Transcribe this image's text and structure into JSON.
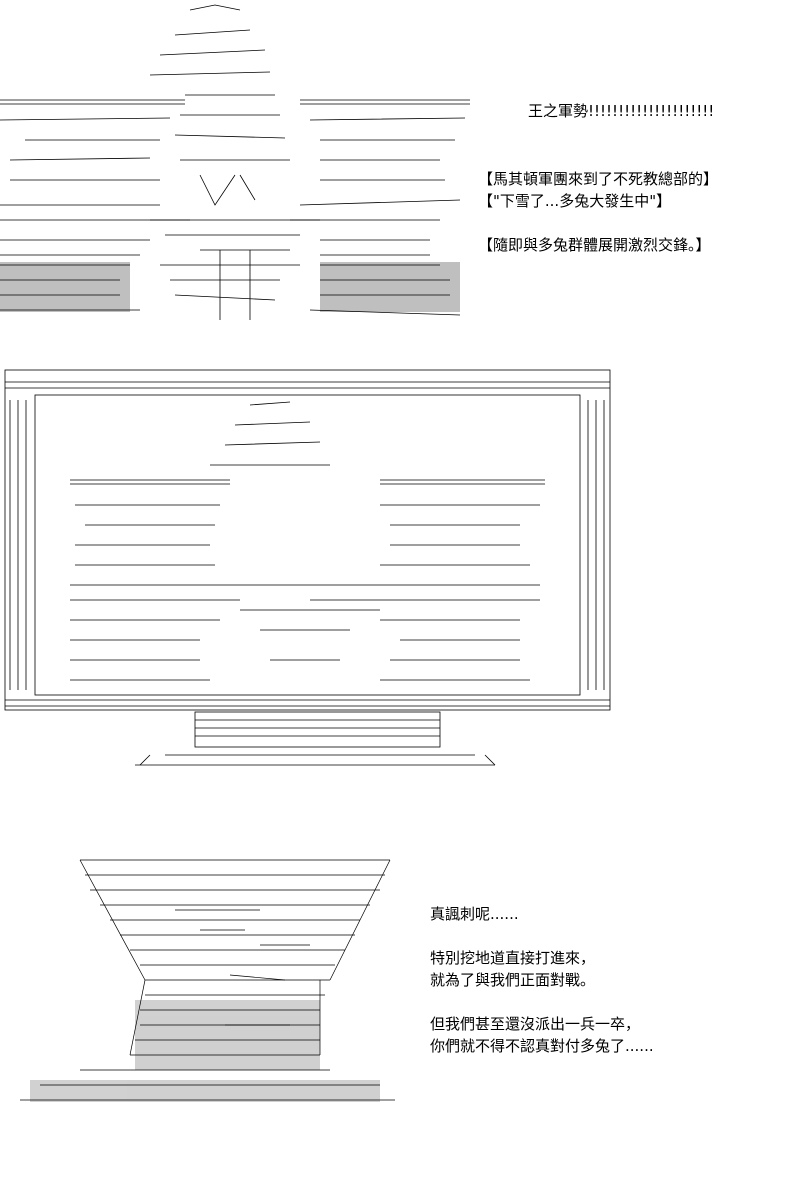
{
  "panel1": {
    "title": "王之軍勢!!!!!!!!!!!!!!!!!!!!!",
    "line1": "【馬其頓軍團來到了不死教總部的】",
    "line2": "【\"下雪了...多兔大發生中\"】",
    "line3": "【隨即與多兔群體展開激烈交鋒。】"
  },
  "panel3": {
    "line1": "真諷刺呢......",
    "line2": "特別挖地道直接打進來，",
    "line3": "就為了與我們正面對戰。",
    "line4": "但我們甚至還沒派出一兵一卒，",
    "line5": "你們就不得不認真對付多兔了......"
  }
}
